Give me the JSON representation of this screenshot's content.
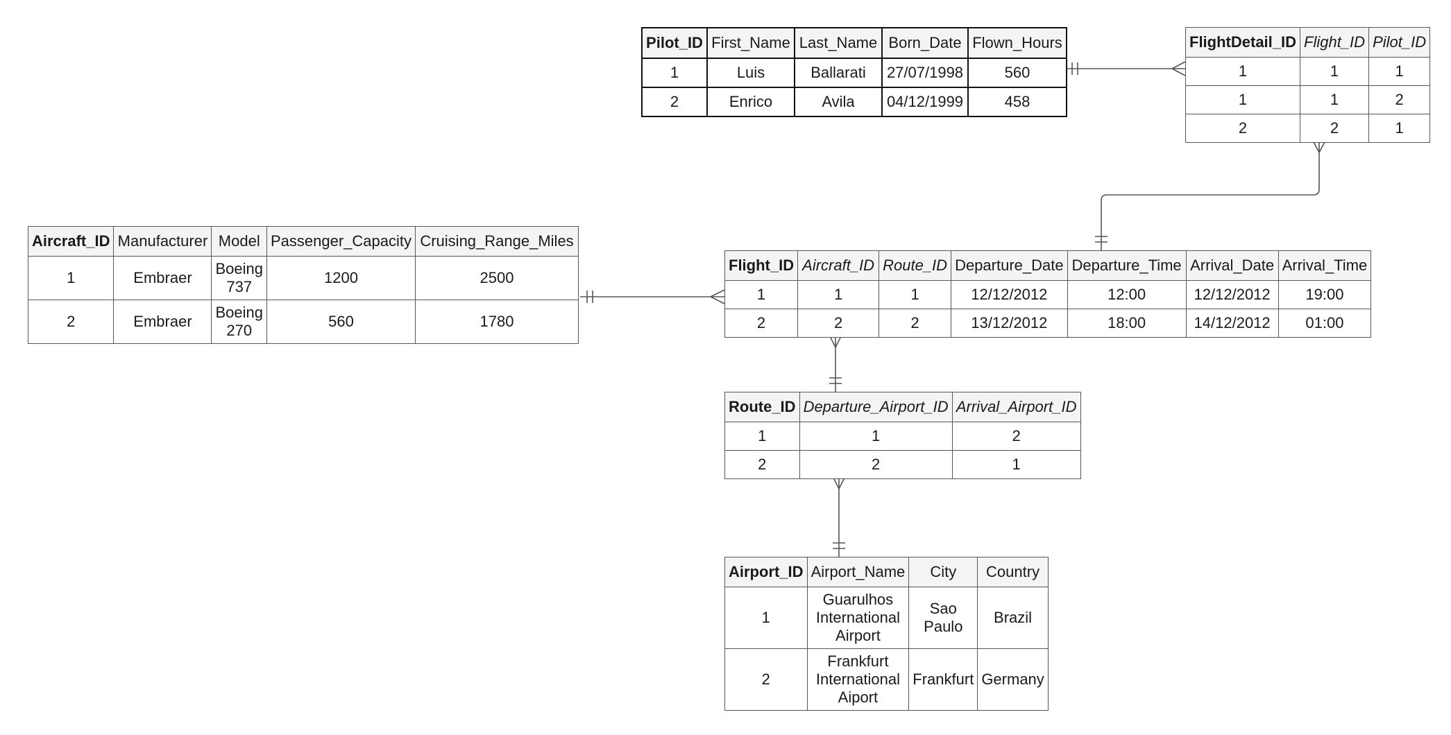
{
  "tables": {
    "pilot": {
      "columns": [
        "Pilot_ID",
        "First_Name",
        "Last_Name",
        "Born_Date",
        "Flown_Hours"
      ],
      "rows": [
        [
          "1",
          "Luis",
          "Ballarati",
          "27/07/1998",
          "560"
        ],
        [
          "2",
          "Enrico",
          "Avila",
          "04/12/1999",
          "458"
        ]
      ]
    },
    "flightdetail": {
      "columns": [
        "FlightDetail_ID",
        "Flight_ID",
        "Pilot_ID"
      ],
      "rows": [
        [
          "1",
          "1",
          "1"
        ],
        [
          "1",
          "1",
          "2"
        ],
        [
          "2",
          "2",
          "1"
        ]
      ]
    },
    "aircraft": {
      "columns": [
        "Aircraft_ID",
        "Manufacturer",
        "Model",
        "Passenger_Capacity",
        "Cruising_Range_Miles"
      ],
      "rows": [
        [
          "1",
          "Embraer",
          "Boeing 737",
          "1200",
          "2500"
        ],
        [
          "2",
          "Embraer",
          "Boeing 270",
          "560",
          "1780"
        ]
      ]
    },
    "flight": {
      "columns": [
        "Flight_ID",
        "Aircraft_ID",
        "Route_ID",
        "Departure_Date",
        "Departure_Time",
        "Arrival_Date",
        "Arrival_Time"
      ],
      "rows": [
        [
          "1",
          "1",
          "1",
          "12/12/2012",
          "12:00",
          "12/12/2012",
          "19:00"
        ],
        [
          "2",
          "2",
          "2",
          "13/12/2012",
          "18:00",
          "14/12/2012",
          "01:00"
        ]
      ]
    },
    "route": {
      "columns": [
        "Route_ID",
        "Departure_Airport_ID",
        "Arrival_Airport_ID"
      ],
      "rows": [
        [
          "1",
          "1",
          "2"
        ],
        [
          "2",
          "2",
          "1"
        ]
      ]
    },
    "airport": {
      "columns": [
        "Airport_ID",
        "Airport_Name",
        "City",
        "Country"
      ],
      "rows": [
        [
          "1",
          "Guarulhos International Airport",
          "Sao Paulo",
          "Brazil"
        ],
        [
          "2",
          "Frankfurt International Aiport",
          "Frankfurt",
          "Germany"
        ]
      ]
    }
  },
  "relationships": [
    {
      "from": "Pilot",
      "to": "FlightDetail",
      "from_end": "one-and-only-one",
      "to_end": "many"
    },
    {
      "from": "Flight",
      "to": "FlightDetail",
      "from_end": "one-and-only-one",
      "to_end": "many"
    },
    {
      "from": "Aircraft",
      "to": "Flight",
      "from_end": "one-and-only-one",
      "to_end": "many"
    },
    {
      "from": "Route",
      "to": "Flight",
      "from_end": "one-and-only-one",
      "to_end": "many"
    },
    {
      "from": "Airport",
      "to": "Route",
      "from_end": "one-and-only-one",
      "to_end": "many"
    }
  ],
  "colors": {
    "line": "#555555",
    "header_background": "#f4f4f4",
    "border": "#555555",
    "thick_border": "#111111"
  }
}
